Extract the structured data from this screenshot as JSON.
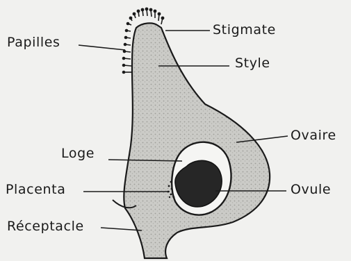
{
  "diagram": {
    "labels": {
      "papilles": "Papilles",
      "stigmate": "Stigmate",
      "style": "Style",
      "ovaire": "Ovaire",
      "loge": "Loge",
      "placenta": "Placenta",
      "ovule": "Ovule",
      "receptacle": "Réceptacle"
    },
    "colors": {
      "paper": "#f1f1ef",
      "tissue": "#c9c9c5",
      "ink": "#1a1a1a"
    }
  }
}
